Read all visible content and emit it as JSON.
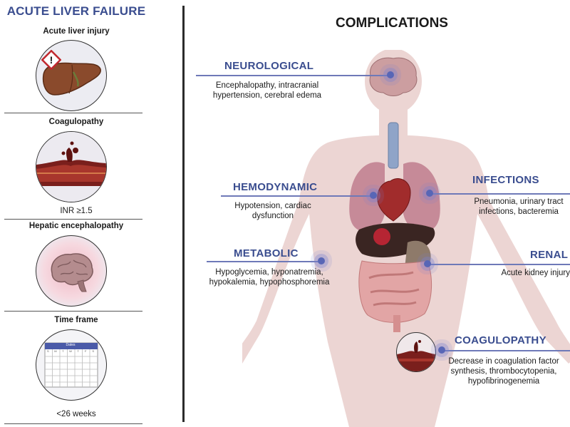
{
  "left_panel": {
    "title": "ACUTE LIVER FAILURE",
    "sections": [
      {
        "label": "Acute liver injury",
        "note": ""
      },
      {
        "label": "Coagulopathy",
        "note": "INR ≥1.5"
      },
      {
        "label": "Hepatic encephalopathy",
        "note": ""
      },
      {
        "label": "Time frame",
        "note": "<26 weeks"
      }
    ],
    "calendar_header": "Dates",
    "calendar_days": [
      "S",
      "M",
      "T",
      "W",
      "T",
      "F",
      "S"
    ]
  },
  "right_panel": {
    "title": "COMPLICATIONS",
    "complications": [
      {
        "name": "NEUROLOGICAL",
        "description": "Encephalopathy, intracranial hypertension, cerebral edema"
      },
      {
        "name": "HEMODYNAMIC",
        "description": "Hypotension, cardiac dysfunction"
      },
      {
        "name": "INFECTIONS",
        "description": "Pneumonia, urinary tract infections, bacteremia"
      },
      {
        "name": "METABOLIC",
        "description": "Hypoglycemia, hyponatremia, hypokalemia, hypophosphoremia"
      },
      {
        "name": "RENAL",
        "description": "Acute kidney injury"
      },
      {
        "name": "COAGULOPATHY",
        "description": "Decrease in coagulation factor synthesis, thrombocytopenia, hypofibrinogenemia"
      }
    ]
  },
  "colors": {
    "accent": "#3a4d8f",
    "line": "#6e79b8",
    "dot": "#5866b6"
  }
}
